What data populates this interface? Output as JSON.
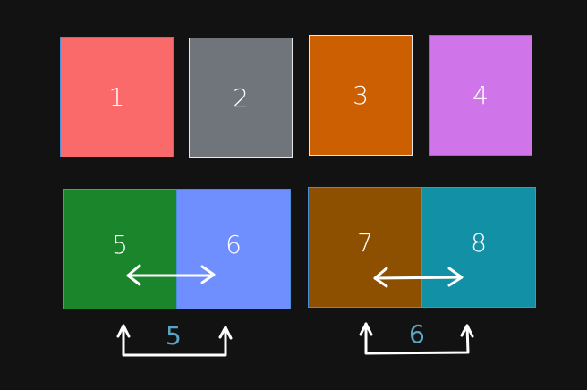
{
  "colors": {
    "background": "#121212",
    "border": "#4a8fd6",
    "arrow": "#ffffff",
    "bracket_label": "#58a6c4"
  },
  "boxes": [
    {
      "label": "1",
      "fill": "#fa6a6a",
      "border": "#4a8fd6"
    },
    {
      "label": "2",
      "fill": "#70757c",
      "border": "#e8e8e8"
    },
    {
      "label": "3",
      "fill": "#cc5f02",
      "border": "#e8e8e8"
    },
    {
      "label": "4",
      "fill": "#d074ea",
      "border": "#4a8fd6"
    },
    {
      "label": "5",
      "fill": "#1b852c",
      "border": "#4a8fd6"
    },
    {
      "label": "6",
      "fill": "#708ffe",
      "border": "#4a8fd6"
    },
    {
      "label": "7",
      "fill": "#8d5001",
      "border": "#4a8fd6"
    },
    {
      "label": "8",
      "fill": "#1190a6",
      "border": "#4a8fd6"
    }
  ],
  "brackets": [
    {
      "label": "5"
    },
    {
      "label": "6"
    }
  ]
}
